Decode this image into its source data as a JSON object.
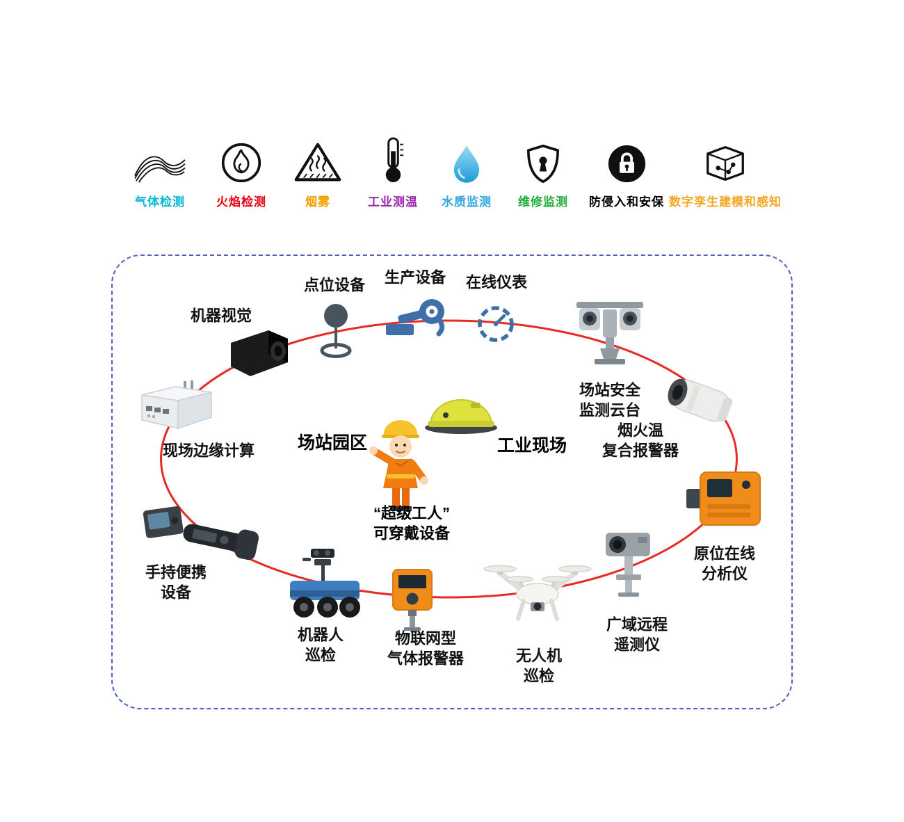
{
  "colors": {
    "border_dashed": "#4a5fc0",
    "ellipse_red": "#e82a25"
  },
  "legend": {
    "items": [
      {
        "id": "gas-detection",
        "label": "气体检测",
        "color": "#00b7d6",
        "icon": "gas-waves-icon"
      },
      {
        "id": "flame-detection",
        "label": "火焰检测",
        "color": "#e60012",
        "icon": "flame-icon"
      },
      {
        "id": "smoke",
        "label": "烟雾",
        "color": "#f5a100",
        "icon": "smoke-triangle-icon"
      },
      {
        "id": "industrial-thermometry",
        "label": "工业测温",
        "color": "#9b26af",
        "icon": "thermometer-icon"
      },
      {
        "id": "water-quality",
        "label": "水质监测",
        "color": "#2ea7e0",
        "icon": "water-drop-icon"
      },
      {
        "id": "maintenance-monitoring",
        "label": "维修监测",
        "color": "#22ac38",
        "icon": "shield-keyhole-icon"
      },
      {
        "id": "intrusion-security",
        "label": "防侵入和安保",
        "color": "#000000",
        "icon": "lock-circle-icon"
      },
      {
        "id": "digital-twin",
        "label": "数字孪生建模和感知",
        "color": "#f5a623",
        "icon": "digital-twin-cube-icon"
      }
    ]
  },
  "diagram": {
    "labels": {
      "point_device": "点位设备",
      "production_equipment": "生产设备",
      "online_instrument": "在线仪表",
      "machine_vision": "机器视觉",
      "station_security_ptz": "场站安全\n监测云台",
      "fire_smoke_temp_alarm": "烟火温\n复合报警器",
      "insitu_analyzer": "原位在线\n分析仪",
      "wide_area_telemetry": "广域远程\n遥测仪",
      "drone_inspection": "无人机\n巡检",
      "iot_gas_alarm": "物联网型\n气体报警器",
      "robot_inspection": "机器人\n巡检",
      "handheld_device": "手持便携\n设备",
      "edge_computing": "现场边缘计算",
      "station_campus": "场站园区",
      "industrial_site": "工业现场",
      "super_worker_wearable": "“超级工人”\n可穿戴设备"
    }
  }
}
